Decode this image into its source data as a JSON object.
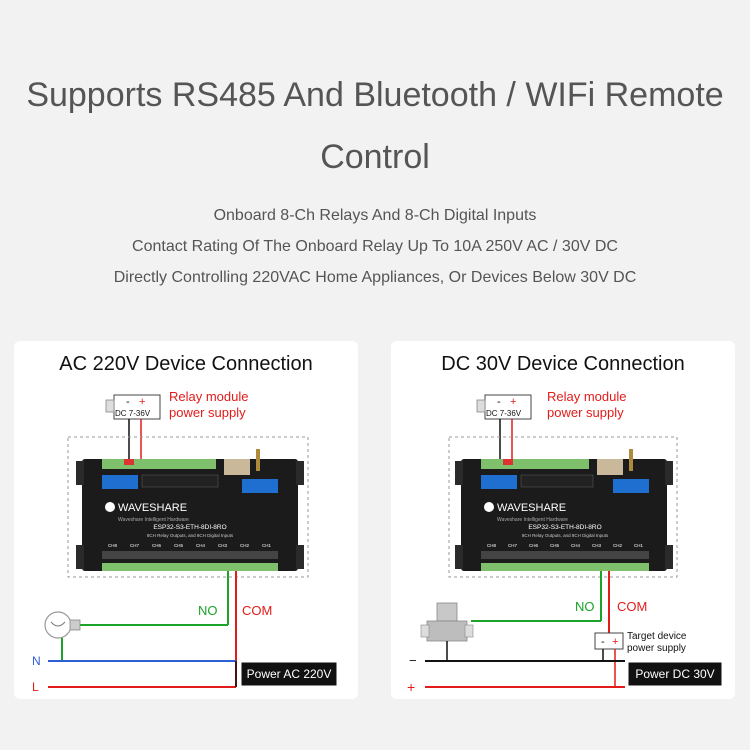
{
  "header": {
    "title_line1": "Supports RS485 And Bluetooth / WIFi Remote",
    "title_line2": "Control",
    "subtitles": [
      "Onboard 8-Ch Relays And 8-Ch Digital Inputs",
      "Contact Rating Of The Onboard Relay Up To 10A 250V AC / 30V DC",
      "Directly Controlling 220VAC Home Appliances, Or Devices Below 30V DC"
    ]
  },
  "colors": {
    "red_wire": "#e21b1b",
    "green_wire": "#1ba32a",
    "blue_wire": "#2d5fd6",
    "board": "#1b1b1b"
  },
  "ac_card": {
    "title": "AC 220V Device Connection",
    "dc_label": "DC 7-36V",
    "minus": "-",
    "plus": "+",
    "relay_line1": "Relay module",
    "relay_line2": "power supply",
    "brand": "WAVESHARE",
    "brand_sub": "Waveshare Intelligent Hardware",
    "model": "ESP32-S3-ETH-8DI-8RO",
    "model_sub": "8CH Relay Outputs, and 8CH Digital Inputs",
    "channels": [
      "CH8",
      "CH7",
      "CH6",
      "CH5",
      "CH4",
      "CH3",
      "CH2",
      "CH1"
    ],
    "no_label": "NO",
    "com_label": "COM",
    "line_n": "N",
    "line_l": "L",
    "power_label": "Power AC 220V",
    "device_icon": "light-bulb-icon"
  },
  "dc_card": {
    "title": "DC 30V Device Connection",
    "dc_label": "DC 7-36V",
    "minus": "-",
    "plus": "+",
    "relay_line1": "Relay module",
    "relay_line2": "power supply",
    "brand": "WAVESHARE",
    "brand_sub": "Waveshare Intelligent Hardware",
    "model": "ESP32-S3-ETH-8DI-8RO",
    "model_sub": "8CH Relay Outputs, and 8CH Digital Inputs",
    "channels": [
      "CH8",
      "CH7",
      "CH6",
      "CH5",
      "CH4",
      "CH3",
      "CH2",
      "CH1"
    ],
    "no_label": "NO",
    "com_label": "COM",
    "target_minus": "-",
    "target_plus": "+",
    "target_line1": "Target device",
    "target_line2": "power supply",
    "line_minus": "−",
    "line_plus": "+",
    "power_label": "Power DC 30V",
    "device_icon": "solenoid-valve-icon"
  }
}
